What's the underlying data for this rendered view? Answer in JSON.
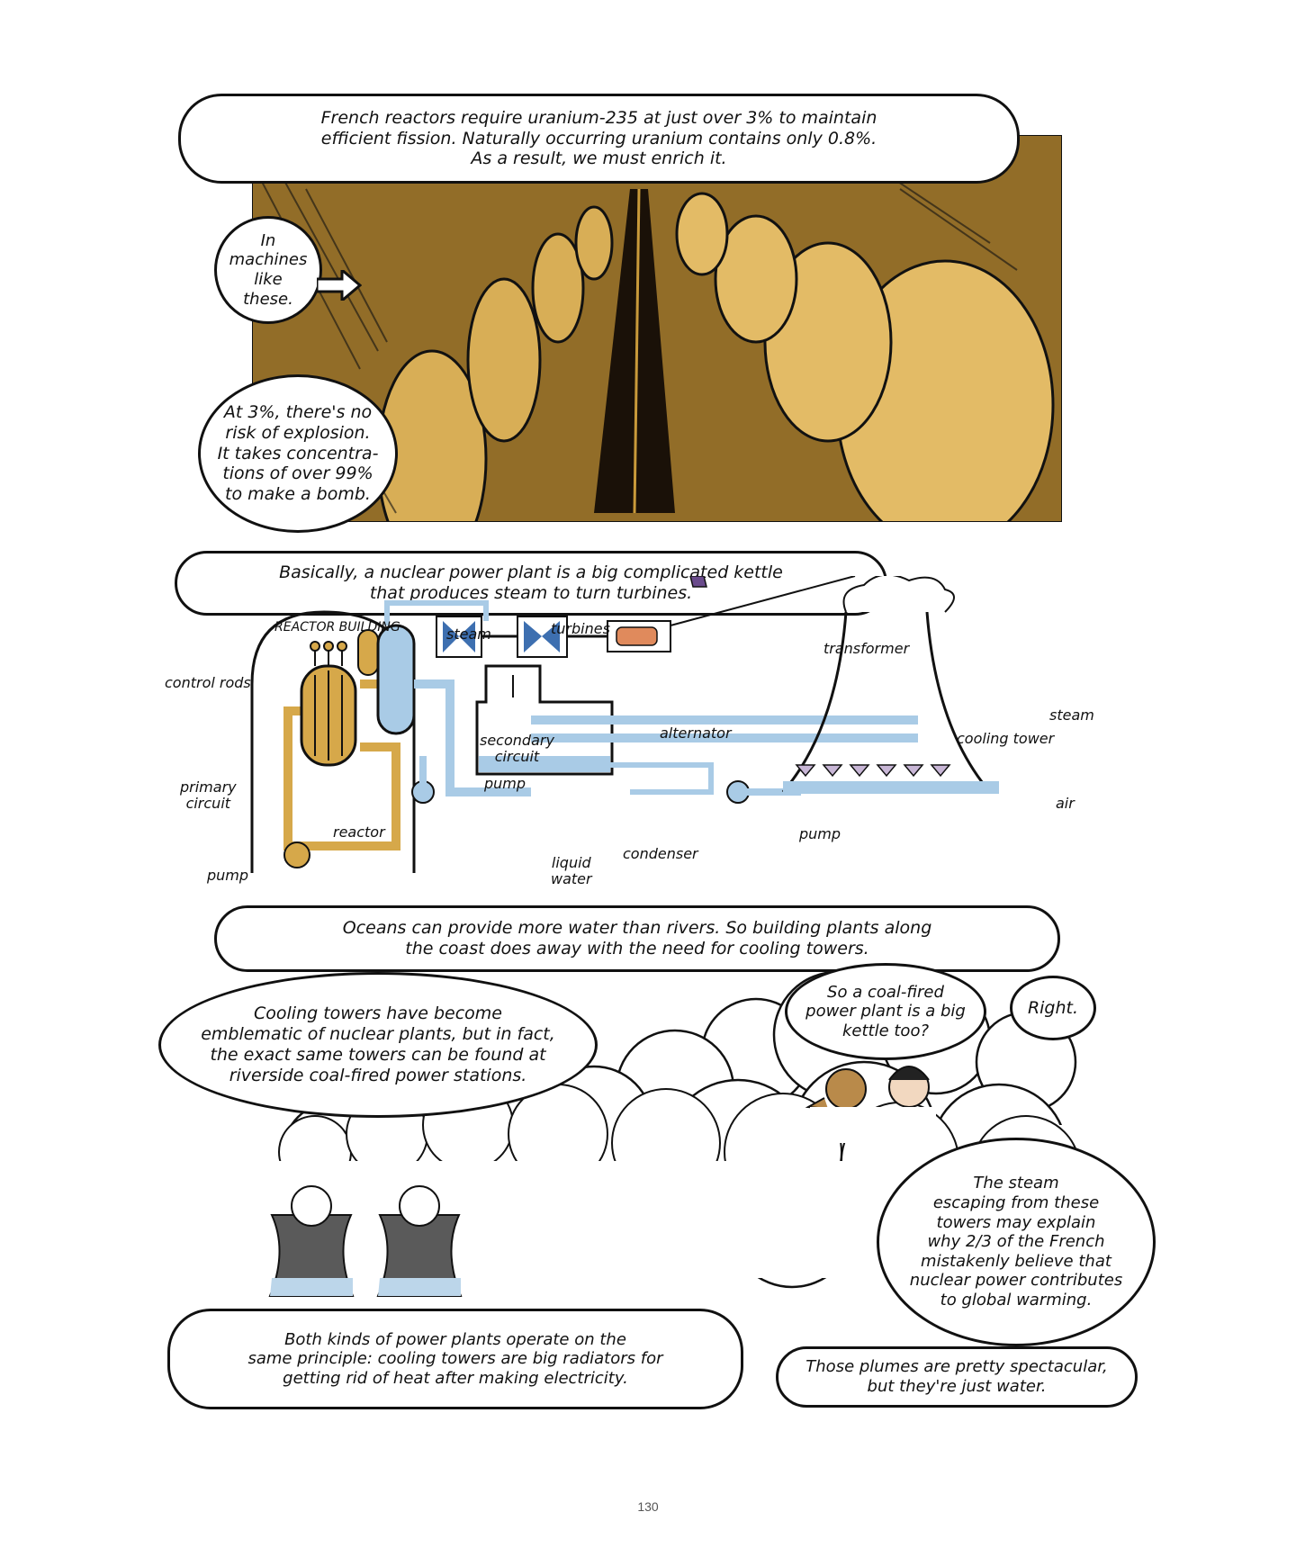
{
  "panel1": {
    "caption": "French reactors require uranium-235 at just over 3% to maintain\nefficient fission. Naturally occurring uranium contains only 0.8%.\nAs a result, we must enrich it.",
    "bubble_machines": "In\nmachines\nlike\nthese.",
    "bubble_explosion": "At 3%, there's no\nrisk of explosion.\nIt takes concentra-\ntions of over 99%\nto make a bomb."
  },
  "panel2": {
    "caption": "Basically, a nuclear power plant is a big complicated kettle\nthat produces steam to turn turbines.",
    "labels": {
      "reactor_building": "REACTOR BUILDING",
      "steam_top": "steam",
      "turbines": "turbines",
      "transformer": "transformer",
      "control_rods": "control rods",
      "secondary_circuit": "secondary\ncircuit",
      "alternator": "alternator",
      "steam_tower": "steam",
      "cooling_tower": "cooling tower",
      "primary_circuit": "primary\ncircuit",
      "pump_mid": "pump",
      "reactor": "reactor",
      "air": "air",
      "pump_right": "pump",
      "condenser": "condenser",
      "liquid_water": "liquid\nwater",
      "pump_left": "pump"
    }
  },
  "panel3": {
    "caption": "Oceans can provide more water than rivers. So building plants along\nthe coast does away with the need for cooling towers."
  },
  "panel4": {
    "bubble_emblematic": "Cooling towers have become\nemblematic of nuclear plants, but in fact,\nthe exact same towers can be found at\nriverside coal-fired power stations.",
    "bubble_coal": "So a coal-fired\npower plant is a big\nkettle too?",
    "bubble_right": "Right.",
    "bubble_steam": "The steam\nescaping from these\ntowers may explain\nwhy 2/3 of the French\nmistakenly believe that\nnuclear power contributes\nto global warming.",
    "bubble_principle": "Both kinds of power plants operate on the\nsame principle: cooling towers are big radiators for\ngetting rid of heat after making electricity.",
    "caption_plumes": "Those plumes are pretty spectacular,\nbut they're just water."
  },
  "page_number": "130",
  "colors": {
    "ochre": "#c99a3a",
    "water_blue": "#a9cbe6",
    "turbine_blue": "#3d6fb0",
    "alternator": "#e08a5c",
    "primary_circuit": "#d6a84a"
  }
}
